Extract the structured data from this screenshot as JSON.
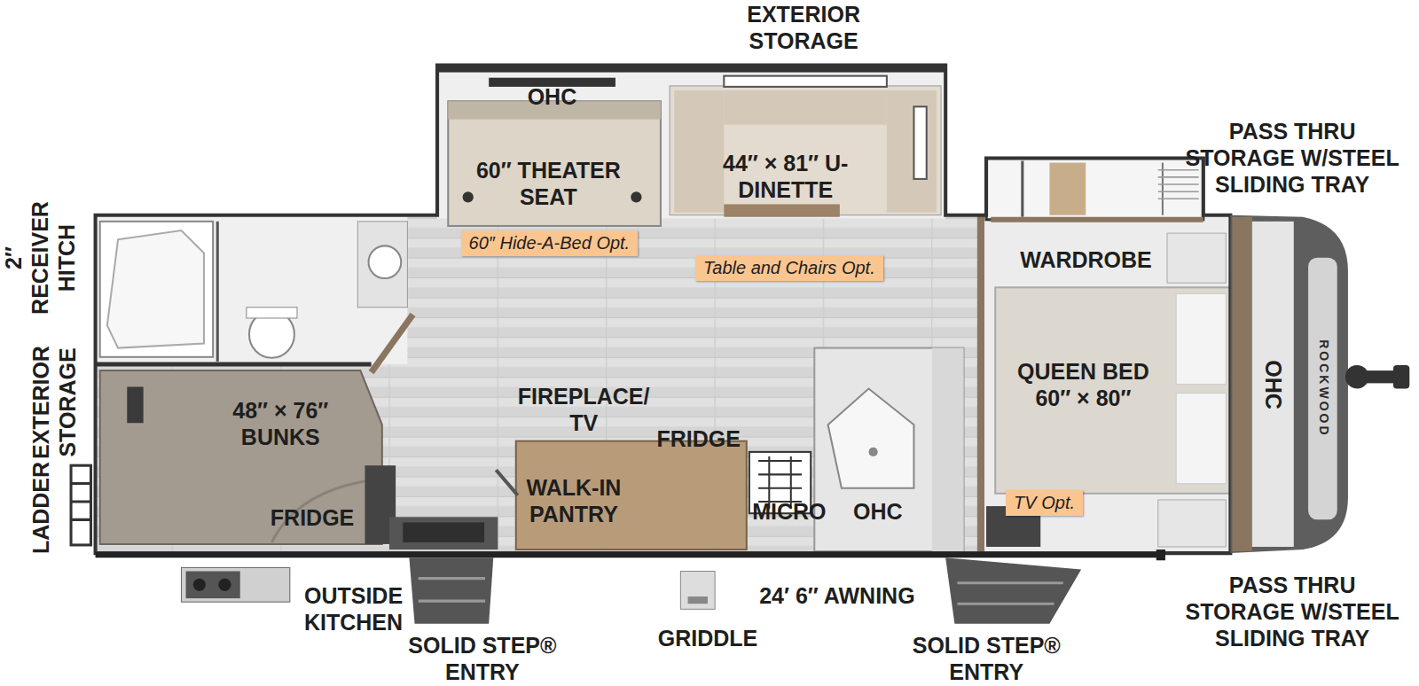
{
  "diagram": {
    "nodes": [
      {
        "text": [
          "60″ Hide-A-Bed Opt."
        ]
      },
      {
        "text": [
          "Table and Chairs Opt."
        ]
      },
      {
        "text": [
          "TV Opt."
        ]
      }
    ],
    "labels": [
      "EXTERIOR STORAGE",
      "OHC",
      "60″ THEATER SEAT",
      "44″ × 81″ U-DINETTE",
      "PASS THRU STORAGE W/STEEL SLIDING TRAY",
      "WARDROBE",
      "2″ RECEIVER HITCH",
      "EXTERIOR STORAGE",
      "LADDER",
      "48″ × 76″ BUNKS",
      "FRIDGE",
      "FIREPLACE/ TV",
      "FRIDGE",
      "WALK-IN PANTRY",
      "MICRO",
      "OHC",
      "QUEEN BED 60″ × 80″",
      "OHC",
      "ROCKWOOD",
      "OUTSIDE KITCHEN",
      "SOLID STEP® ENTRY",
      "GRIDDLE",
      "24′ 6″ AWNING",
      "SOLID STEP® ENTRY",
      "PASS THRU STORAGE W/STEEL SLIDING TRAY"
    ]
  }
}
